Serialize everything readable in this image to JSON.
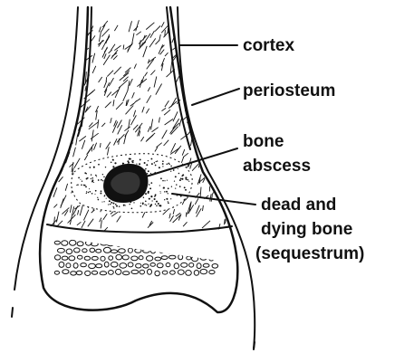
{
  "labels": {
    "cortex": "cortex",
    "periosteum": "periosteum",
    "bone_abscess": [
      "bone",
      "abscess"
    ],
    "sequestrum": [
      "dead and",
      "dying bone",
      "(sequestrum)"
    ]
  },
  "colors": {
    "ink": "#111111",
    "background": "#ffffff"
  }
}
